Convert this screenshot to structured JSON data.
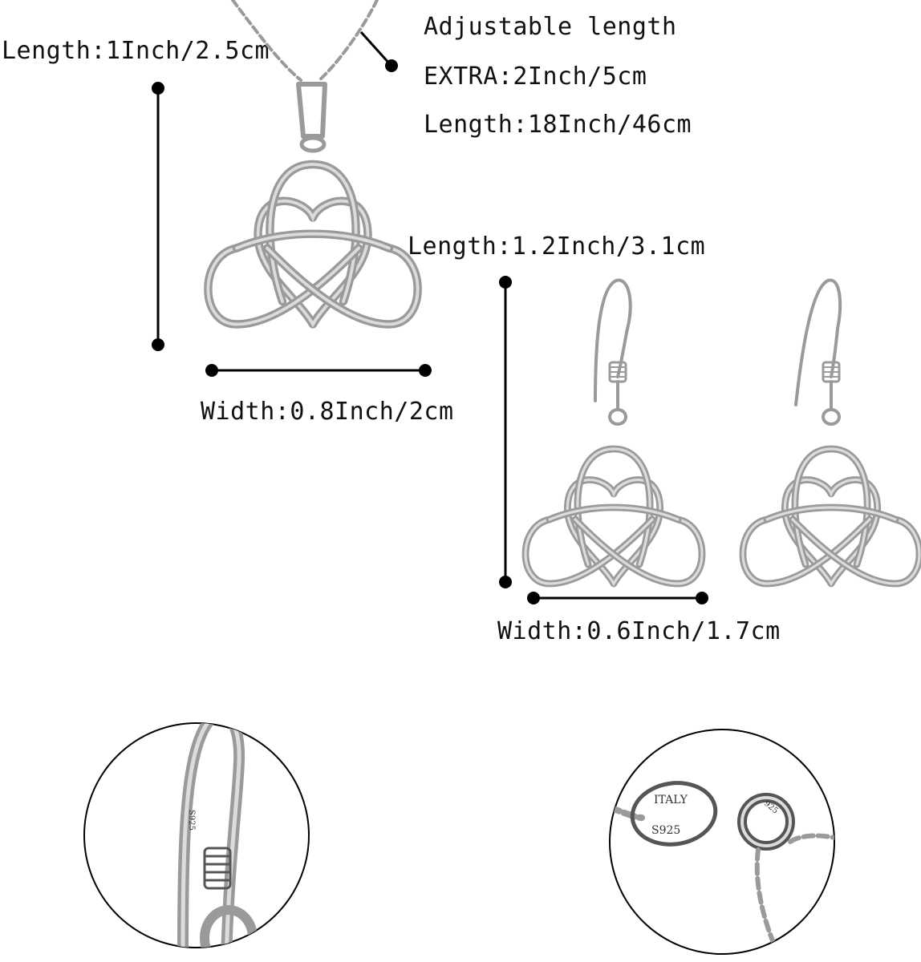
{
  "necklace": {
    "pendant_length": "Length:1Inch/2.5cm",
    "adjustable": "Adjustable length",
    "extra": "EXTRA:2Inch/5cm",
    "chain_length": "Length:18Inch/46cm",
    "pendant_width": "Width:0.8Inch/2cm"
  },
  "earrings": {
    "length": "Length:1.2Inch/3.1cm",
    "width": "Width:0.6Inch/1.7cm"
  },
  "details": {
    "hook_stamp": "S925",
    "tag_top": "ITALY",
    "tag_bottom": "S925",
    "ring_stamp": "925"
  },
  "colors": {
    "silver": "#9a9a9a",
    "dot": "#000000",
    "background": "#ffffff"
  }
}
